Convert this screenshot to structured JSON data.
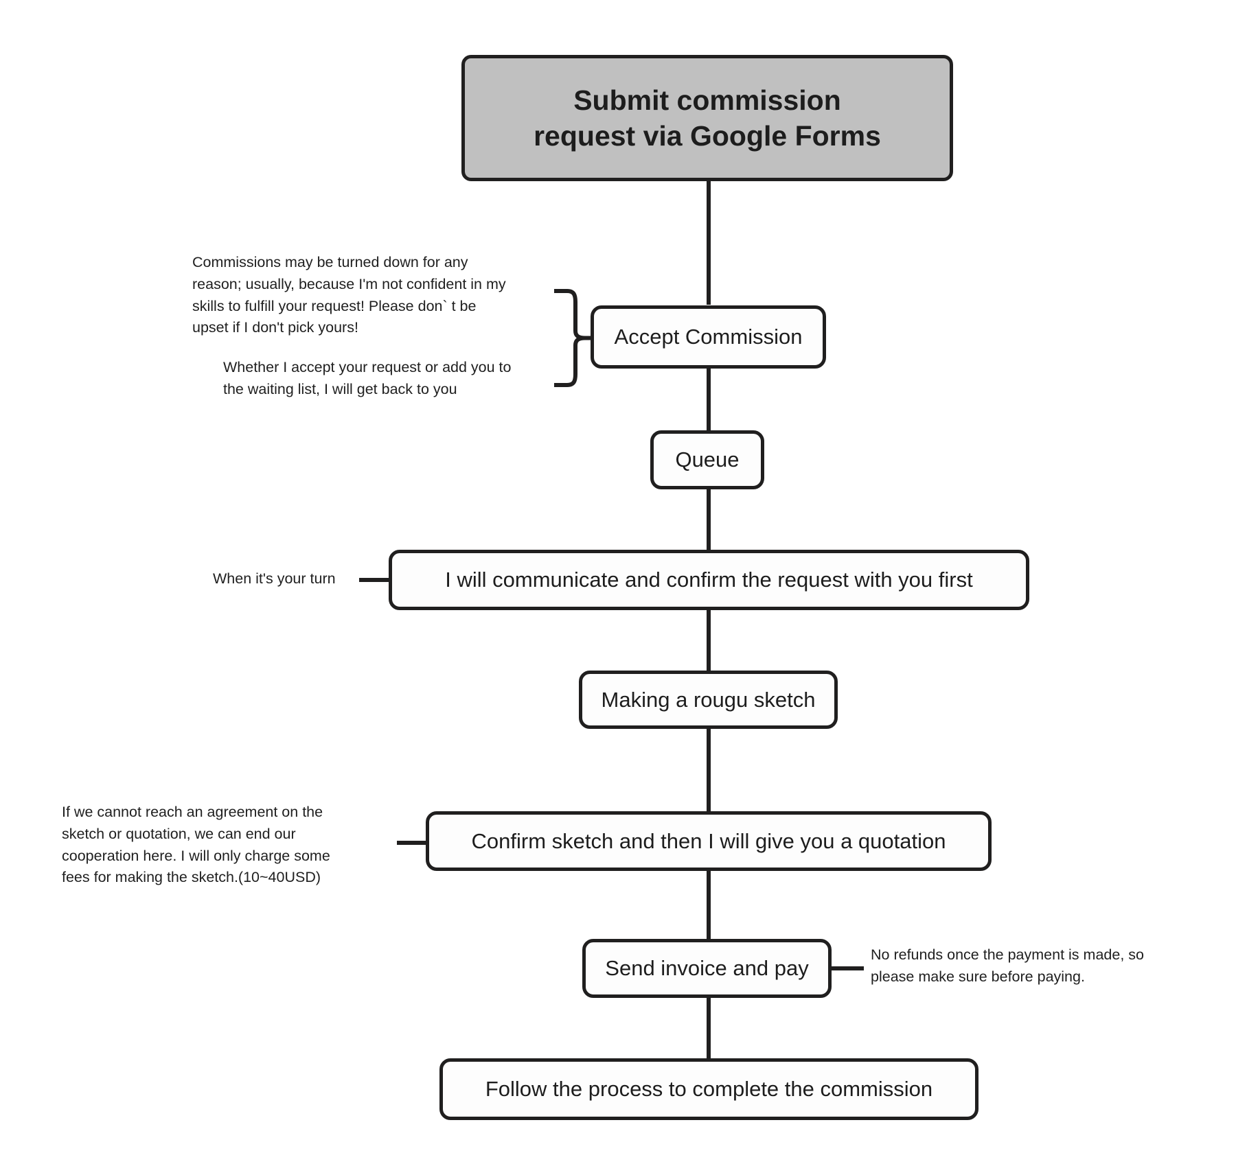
{
  "diagram": {
    "title": "Commission process flowchart",
    "background_color": "#ffffff",
    "line_color": "#201f1f",
    "start_node_fill": "#c0c0c0",
    "node_fill": "#fdfdfd",
    "nodes": [
      {
        "id": "start",
        "label": "Submit commission\nrequest via Google Forms"
      },
      {
        "id": "accept",
        "label": "Accept Commission"
      },
      {
        "id": "queue",
        "label": "Queue"
      },
      {
        "id": "communicate",
        "label": "I will communicate and confirm the request with you first"
      },
      {
        "id": "sketch",
        "label": "Making a rougu sketch"
      },
      {
        "id": "quotation",
        "label": "Confirm sketch and then I will give you a quotation"
      },
      {
        "id": "invoice",
        "label": "Send invoice and pay"
      },
      {
        "id": "complete",
        "label": "Follow the process to complete the commission"
      }
    ],
    "notes": [
      {
        "id": "note-turned-down",
        "text": "Commissions may be turned down for any\nreason; usually, because I'm not confident in my\nskills to fulfill your request! Please don` t be\nupset if I don't pick yours!"
      },
      {
        "id": "note-waiting-list",
        "text": "Whether I accept your request or add you to\nthe waiting list, I will get back to you"
      },
      {
        "id": "note-your-turn",
        "text": "When it's your turn"
      },
      {
        "id": "note-no-agreement",
        "text": "If we cannot reach an agreement on the\nsketch or quotation, we can end our\ncooperation here. I will only charge some\nfees for making the sketch.(10~40USD)"
      },
      {
        "id": "note-no-refunds",
        "text": "No refunds once the payment is made, so\nplease make sure before paying."
      }
    ]
  }
}
